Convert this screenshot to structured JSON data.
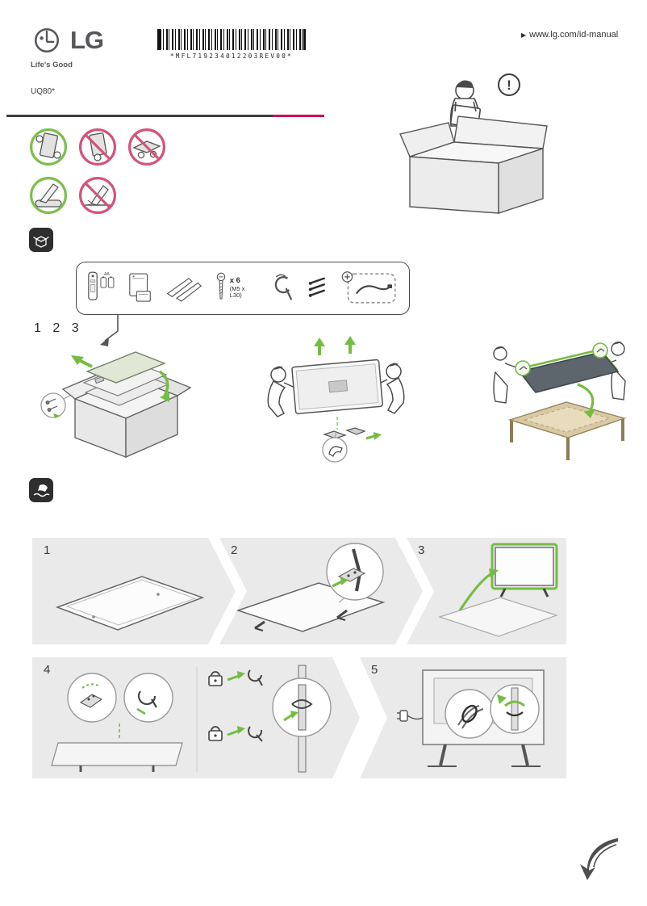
{
  "header": {
    "brand": "LG",
    "tagline": "Life's Good",
    "link_bullet": "▶",
    "link_url": "www.lg.com/id-manual",
    "model": "UQ80*",
    "barcode_text": "*MFL719234012203REV00*"
  },
  "unboxing": {
    "warning_mark": "!"
  },
  "accessories": {
    "battery_type": "AA",
    "screw_count": "x 6",
    "screw_spec": "(M5 x L30)"
  },
  "carry_steps_label": "1 2 3",
  "assembly_steps": [
    "1",
    "2",
    "3",
    "4",
    "5"
  ],
  "colors": {
    "accent_green": "#76bc43",
    "prohibit_red": "#d5537a",
    "brand_magenta": "#cf0a5c",
    "logo_gray": "#56575b",
    "panel_gray": "#eaeaea"
  }
}
